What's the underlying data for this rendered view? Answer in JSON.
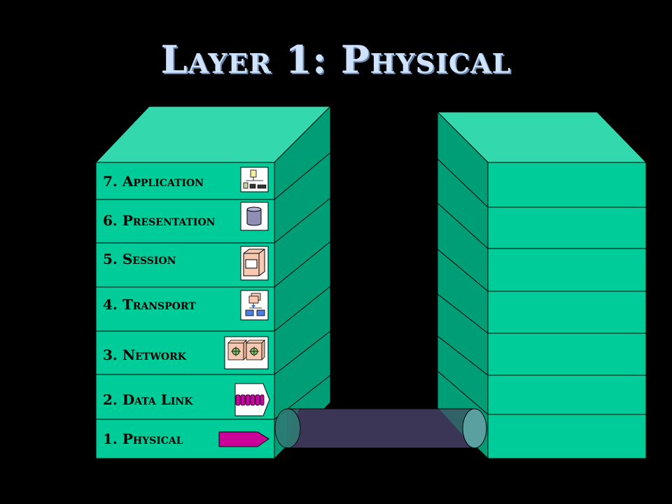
{
  "title": "Layer 1: Physical",
  "colors": {
    "face": "#00cc99",
    "top": "#33d9ad",
    "side": "#009e76",
    "edge": "#000000",
    "cable": "#3b3656",
    "arrow": "#cc0099"
  },
  "left_stack": {
    "layers": [
      {
        "label": "7. Application",
        "icon": "application-icon"
      },
      {
        "label": "6. Presentation",
        "icon": "database-icon"
      },
      {
        "label": "5. Session",
        "icon": "computer-box-icon"
      },
      {
        "label": "4. Transport",
        "icon": "network-tree-icon"
      },
      {
        "label": "3. Network",
        "icon": "router-icon"
      },
      {
        "label": "2. Data Link",
        "icon": "frame-icon"
      },
      {
        "label": "1. Physical",
        "icon": "bit-arrow-icon"
      }
    ]
  },
  "right_stack": {
    "layers": [
      "",
      "",
      "",
      "",
      "",
      "",
      ""
    ]
  },
  "cable": {
    "icon": "cable-cylinder-icon"
  }
}
